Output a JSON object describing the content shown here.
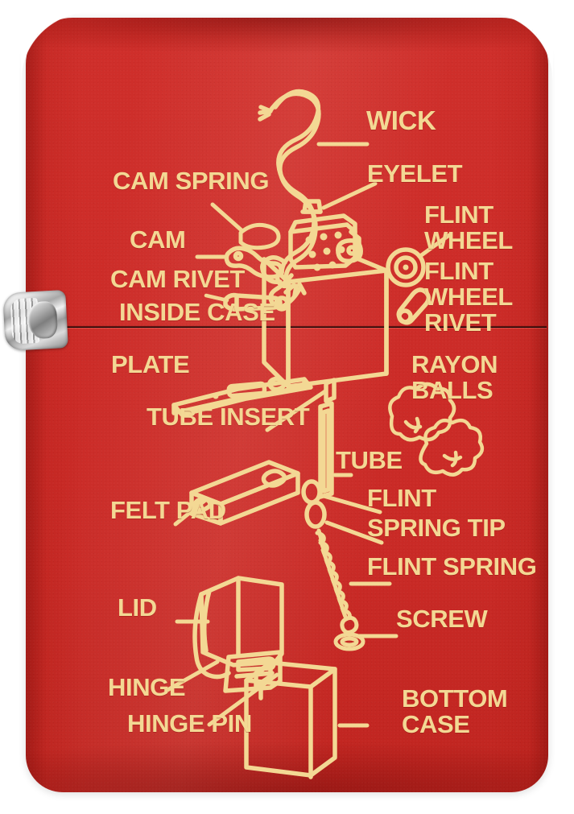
{
  "product": {
    "kind": "zippo-lighter-product-photo",
    "finish_name": "Red Matte",
    "body_color": "#cd2c28",
    "engraving_color": "#f3d894",
    "hinge_color": "#d8d8d8",
    "background_color": "#ffffff",
    "diagram_title": "Zippo lighter exploded parts diagram"
  },
  "diagram": {
    "labels": [
      {
        "id": "wick",
        "text": "WICK"
      },
      {
        "id": "cam-spring",
        "text": "CAM SPRING"
      },
      {
        "id": "eyelet",
        "text": "EYELET"
      },
      {
        "id": "cam",
        "text": "CAM"
      },
      {
        "id": "flint-wheel",
        "text": "FLINT\nWHEEL"
      },
      {
        "id": "cam-rivet",
        "text": "CAM RIVET"
      },
      {
        "id": "flint-wheel-rivet",
        "text": "FLINT\nWHEEL\nRIVET"
      },
      {
        "id": "inside-case",
        "text": "INSIDE CASE"
      },
      {
        "id": "plate",
        "text": "PLATE"
      },
      {
        "id": "rayon-balls",
        "text": "RAYON\nBALLS"
      },
      {
        "id": "tube-insert",
        "text": "TUBE INSERT"
      },
      {
        "id": "tube",
        "text": "TUBE"
      },
      {
        "id": "flint",
        "text": "FLINT"
      },
      {
        "id": "felt-pad",
        "text": "FELT PAD"
      },
      {
        "id": "spring-tip",
        "text": "SPRING TIP"
      },
      {
        "id": "flint-spring",
        "text": "FLINT SPRING"
      },
      {
        "id": "lid",
        "text": "LID"
      },
      {
        "id": "screw",
        "text": "SCREW"
      },
      {
        "id": "hinge",
        "text": "HINGE"
      },
      {
        "id": "hinge-pin",
        "text": "HINGE PIN"
      },
      {
        "id": "bottom-case",
        "text": "BOTTOM\nCASE"
      }
    ]
  }
}
